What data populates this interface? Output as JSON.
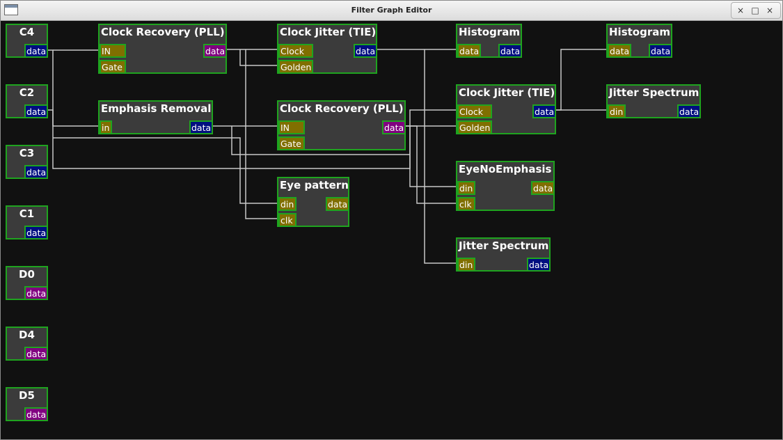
{
  "window": {
    "title": "Filter Graph Editor"
  },
  "controls": {
    "minimize": "×",
    "maximize": "□",
    "close": "×"
  },
  "sources": [
    {
      "name": "C4",
      "port": "data",
      "color": "#000e80"
    },
    {
      "name": "C2",
      "port": "data",
      "color": "#000e80"
    },
    {
      "name": "C3",
      "port": "data",
      "color": "#000e80"
    },
    {
      "name": "C1",
      "port": "data",
      "color": "#000e80"
    },
    {
      "name": "D0",
      "port": "data",
      "color": "#800080"
    },
    {
      "name": "D4",
      "port": "data",
      "color": "#800080"
    },
    {
      "name": "D5",
      "port": "data",
      "color": "#800080"
    }
  ],
  "nodes": {
    "clock_recovery_1": {
      "title": "Clock Recovery (PLL)",
      "inputs": [
        "IN",
        "Gate"
      ],
      "output": "data"
    },
    "emphasis_removal": {
      "title": "Emphasis Removal",
      "inputs": [
        "in"
      ],
      "output": "data"
    },
    "clock_jitter_1": {
      "title": "Clock Jitter (TIE)",
      "inputs": [
        "Clock",
        "Golden"
      ],
      "output": "data"
    },
    "clock_recovery_2": {
      "title": "Clock Recovery (PLL)",
      "inputs": [
        "IN",
        "Gate"
      ],
      "output": "data"
    },
    "eye_pattern": {
      "title": "Eye pattern",
      "inputs": [
        "din",
        "clk"
      ],
      "output": "data"
    },
    "histogram_1": {
      "title": "Histogram",
      "inputs": [
        "data"
      ],
      "output": "data"
    },
    "clock_jitter_2": {
      "title": "Clock Jitter (TIE)",
      "inputs": [
        "Clock",
        "Golden"
      ],
      "output": "data"
    },
    "eye_no_emphasis": {
      "title": "EyeNoEmphasis",
      "inputs": [
        "din",
        "clk"
      ],
      "output": "data"
    },
    "jitter_spectrum_1": {
      "title": "Jitter Spectrum",
      "inputs": [
        "din"
      ],
      "output": "data"
    },
    "histogram_2": {
      "title": "Histogram",
      "inputs": [
        "data"
      ],
      "output": "data"
    },
    "jitter_spectrum_2": {
      "title": "Jitter Spectrum",
      "inputs": [
        "din"
      ],
      "output": "data"
    }
  },
  "colors": {
    "canvas": "#111111",
    "node_fill": "#3b3b3b",
    "node_border": "#1fa41f",
    "port_olive": "#806f00",
    "port_blue": "#000e80",
    "port_purple": "#800080",
    "wire": "#c8c8c8"
  }
}
